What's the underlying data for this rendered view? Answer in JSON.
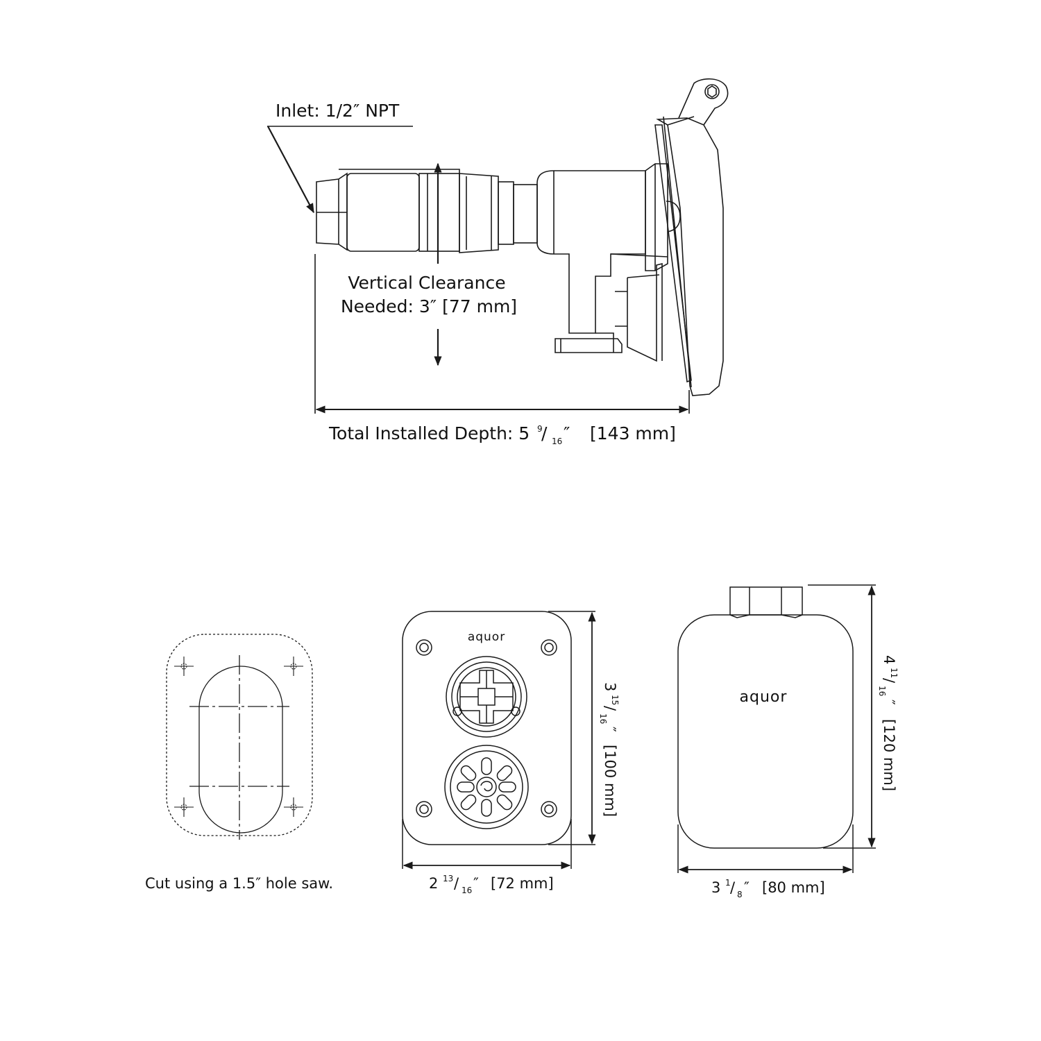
{
  "colors": {
    "line": "#1a1a1a",
    "background": "#ffffff"
  },
  "side_view": {
    "inlet_label": "Inlet: 1/2″ NPT",
    "clearance_line1": "Vertical Clearance",
    "clearance_line2": "Needed: 3″ [77 mm]",
    "depth_prefix": "Total Installed Depth: 5",
    "depth_num": "9",
    "depth_den": "16",
    "depth_suffix": "″",
    "depth_mm": "[143 mm]"
  },
  "cutout": {
    "caption": "Cut using a 1.5″ hole saw."
  },
  "faceplate": {
    "logo": "aquor",
    "width_whole": "2",
    "width_num": "13",
    "width_den": "16",
    "width_suffix": "″",
    "width_mm": "[72 mm]",
    "height_whole": "3",
    "height_num": "15",
    "height_den": "16",
    "height_suffix": "″",
    "height_mm": "[100 mm]"
  },
  "cover": {
    "logo": "aquor",
    "width_whole": "3",
    "width_num": "1",
    "width_den": "8",
    "width_suffix": "″",
    "width_mm": "[80 mm]",
    "height_whole": "4",
    "height_num": "11",
    "height_den": "16",
    "height_suffix": "″",
    "height_mm": "[120 mm]"
  }
}
